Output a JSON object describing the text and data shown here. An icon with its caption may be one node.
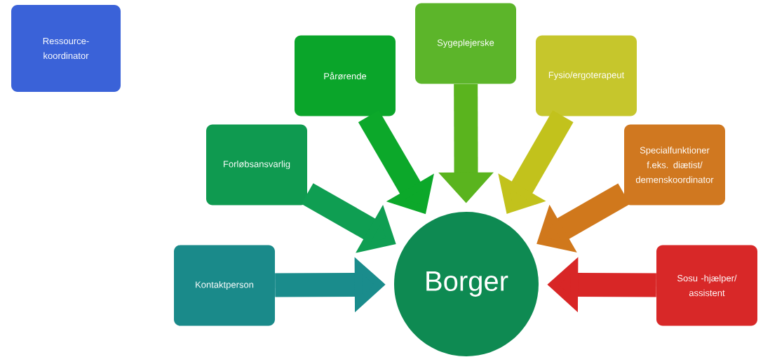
{
  "diagram": {
    "nodes": [
      {
        "text": [
          "Ressource- koordinator"
        ]
      },
      {
        "text": [
          "Sygeplejerske"
        ]
      },
      {
        "text": [
          "Pårørende"
        ]
      },
      {
        "text": [
          "Fysio/ergoterapeut"
        ]
      },
      {
        "text": [
          "Forløbsansvarlig"
        ]
      },
      {
        "text": [
          "Specialfunktioner f.eks. diætist/ demenskoordinator"
        ]
      },
      {
        "text": [
          "Kontaktperson"
        ]
      },
      {
        "text": [
          "Borger"
        ]
      },
      {
        "text": [
          "Sosu -hjælper/ assistent"
        ]
      }
    ],
    "edges": [
      {
        "from": 1,
        "to": 7,
        "arrow": "to",
        "color": "#5ab41e"
      },
      {
        "from": 2,
        "to": 7,
        "arrow": "to",
        "color": "#0ca82a"
      },
      {
        "from": 3,
        "to": 7,
        "arrow": "to",
        "color": "#c2c21c"
      },
      {
        "from": 4,
        "to": 7,
        "arrow": "to",
        "color": "#0f9e52"
      },
      {
        "from": 5,
        "to": 7,
        "arrow": "to",
        "color": "#d0781c"
      },
      {
        "from": 6,
        "to": 7,
        "arrow": "to",
        "color": "#1a8c8c"
      },
      {
        "from": 8,
        "to": 7,
        "arrow": "to",
        "color": "#d82626"
      }
    ]
  }
}
